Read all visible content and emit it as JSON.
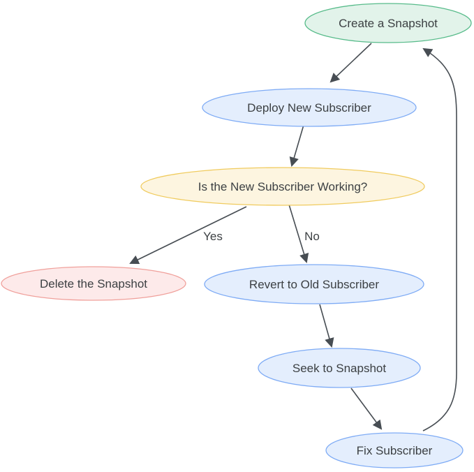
{
  "diagram": {
    "type": "flowchart",
    "background": "#ffffff",
    "edge_color": "#474d53",
    "text_color": "#3c4043",
    "nodes": {
      "create": {
        "label": "Create a Snapshot",
        "fill": "#e2f3ea",
        "stroke": "#57bb8a"
      },
      "deploy": {
        "label": "Deploy New Subscriber",
        "fill": "#e4eefd",
        "stroke": "#7eabf5"
      },
      "working": {
        "label": "Is the New Subscriber Working?",
        "fill": "#fdf5e0",
        "stroke": "#f0cb5e"
      },
      "delete": {
        "label": "Delete the Snapshot",
        "fill": "#fdeaea",
        "stroke": "#f0a09b"
      },
      "revert": {
        "label": "Revert to Old Subscriber",
        "fill": "#e4eefd",
        "stroke": "#7eabf5"
      },
      "seek": {
        "label": "Seek to Snapshot",
        "fill": "#e4eefd",
        "stroke": "#7eabf5"
      },
      "fix": {
        "label": "Fix Subscriber",
        "fill": "#e4eefd",
        "stroke": "#7eabf5"
      }
    },
    "edges": [
      {
        "from": "create",
        "to": "deploy",
        "label": ""
      },
      {
        "from": "deploy",
        "to": "working",
        "label": ""
      },
      {
        "from": "working",
        "to": "delete",
        "label": "Yes"
      },
      {
        "from": "working",
        "to": "revert",
        "label": "No"
      },
      {
        "from": "revert",
        "to": "seek",
        "label": ""
      },
      {
        "from": "seek",
        "to": "fix",
        "label": ""
      },
      {
        "from": "fix",
        "to": "create",
        "label": ""
      }
    ]
  }
}
